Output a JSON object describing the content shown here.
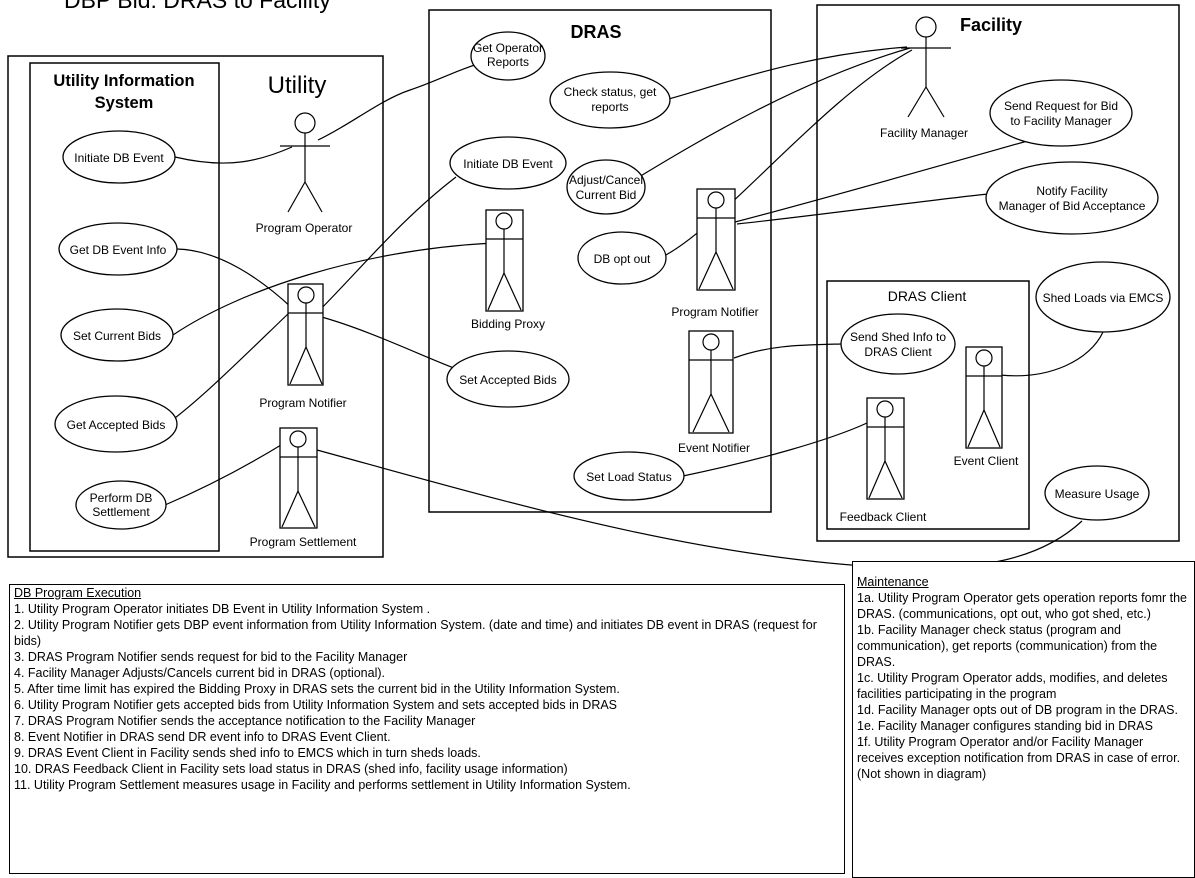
{
  "title": "DBP Bid: DRAS to Facility",
  "boxes": {
    "uis_title_line1": "Utility Information",
    "uis_title_line2": "System",
    "utility": "Utility",
    "dras": "DRAS",
    "facility": "Facility",
    "dras_client": "DRAS Client"
  },
  "use_cases": {
    "uc_initiate_db_event_utility": "Initiate DB Event",
    "uc_get_db_event_info": "Get DB Event Info",
    "uc_set_current_bids": "Set Current Bids",
    "uc_get_accepted_bids": "Get Accepted Bids",
    "uc_perform_settlement_1": "Perform DB",
    "uc_perform_settlement_2": "Settlement",
    "uc_get_operator_reports_1": "Get Operator",
    "uc_get_operator_reports_2": "Reports",
    "uc_check_status_1": "Check status, get",
    "uc_check_status_2": "reports",
    "uc_initiate_db_event_dras": "Initiate DB Event",
    "uc_adjust_cancel_1": "Adjust/Cancel",
    "uc_adjust_cancel_2": "Current Bid",
    "uc_db_opt_out": "DB opt out",
    "uc_set_accepted_bids": "Set Accepted Bids",
    "uc_set_load_status": "Set Load Status",
    "uc_send_request_1": "Send Request for Bid",
    "uc_send_request_2": "to Facility Manager",
    "uc_notify_acceptance_1": "Notify Facility",
    "uc_notify_acceptance_2": "Manager of Bid Acceptance",
    "uc_shed_loads": "Shed Loads via EMCS",
    "uc_send_shed_info_1": "Send Shed Info to",
    "uc_send_shed_info_2": "DRAS Client",
    "uc_measure_usage": "Measure Usage"
  },
  "actors": {
    "program_operator": "Program Operator",
    "program_notifier_utility": "Program Notifier",
    "program_settlement": "Program Settlement",
    "bidding_proxy": "Bidding Proxy",
    "program_notifier_dras": "Program Notifier",
    "event_notifier": "Event Notifier",
    "facility_manager": "Facility Manager",
    "event_client": "Event Client",
    "feedback_client": "Feedback Client"
  },
  "execution_notes": {
    "title": "DB Program Execution",
    "items": [
      "1. Utility Program Operator initiates DB Event in Utility Information System .",
      "2. Utility Program Notifier gets DBP event information from Utility Information System. (date and time) and initiates DB event in DRAS (request for bids)",
      "3. DRAS Program Notifier sends request for bid to the Facility Manager",
      "4. Facility Manager Adjusts/Cancels current bid in DRAS (optional).",
      "5. After time limit has expired the Bidding Proxy in DRAS sets the current bid in the Utility Information System.",
      "6. Utility Program Notifier gets accepted bids from Utility Information System and sets accepted bids in DRAS",
      "7. DRAS Program Notifier sends the acceptance notification to the Facility Manager",
      "8. Event Notifier in DRAS send DR event info to DRAS Event Client.",
      "9. DRAS Event Client in Facility sends shed info to EMCS which in turn sheds loads.",
      "10. DRAS Feedback Client in Facility sets load status in DRAS (shed info, facility usage information)",
      "11. Utility Program Settlement measures usage in Facility and performs settlement in Utility Information System."
    ]
  },
  "maintenance_notes": {
    "title": "Maintenance",
    "items": [
      "1a. Utility Program Operator gets operation reports fomr the DRAS. (communications, opt out, who got shed, etc.)",
      "1b. Facility Manager check status (program and communication), get reports (communication) from the DRAS.",
      "1c. Utility Program Operator adds, modifies, and deletes facilities participating in the program",
      "1d. Facility Manager opts out of DB program in the DRAS.",
      "1e. Facility Manager configures standing bid in DRAS",
      "1f. Utility Program Operator and/or Facility Manager receives exception notification from DRAS in case of error. (Not shown in diagram)"
    ]
  }
}
